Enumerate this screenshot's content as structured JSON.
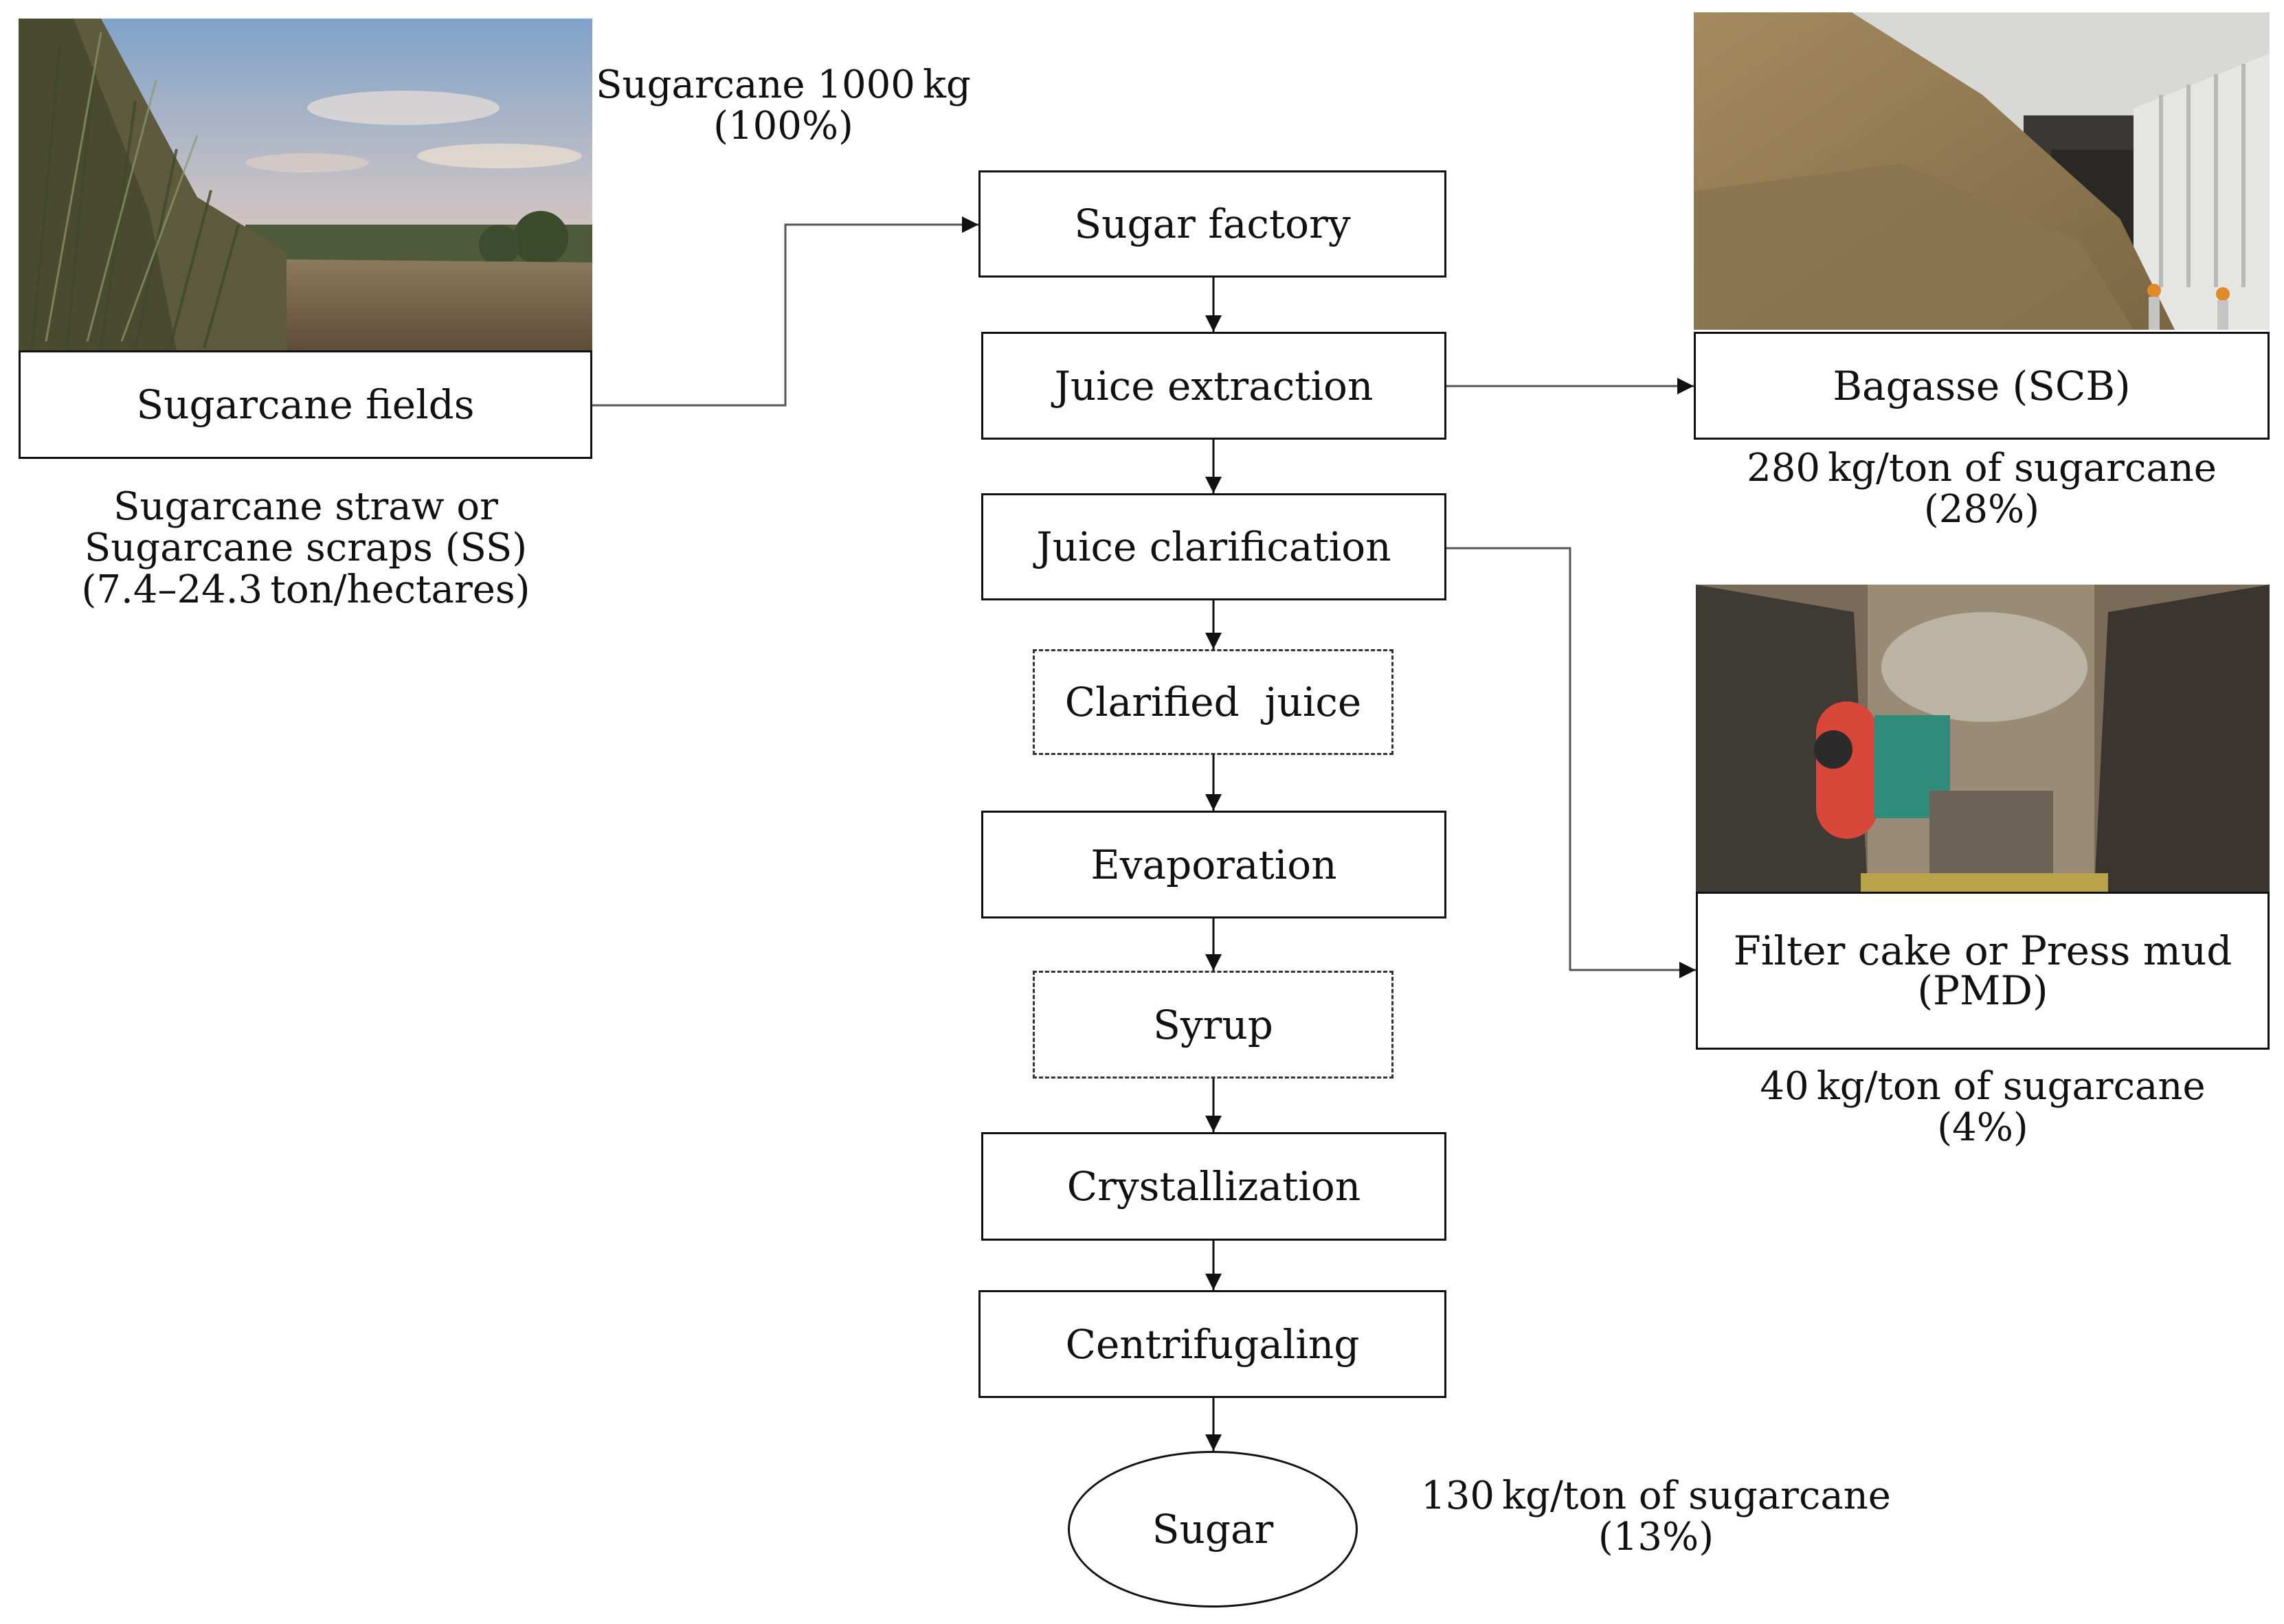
{
  "input": {
    "amount": "Sugarcane 1000 kg",
    "percent": "(100%)"
  },
  "fields": {
    "label": "Sugarcane fields",
    "straw_line1": "Sugarcane straw or",
    "straw_line2": "Sugarcane scraps (SS)",
    "straw_line3": "(7.4–24.3 ton/hectares)"
  },
  "process_steps": {
    "factory": "Sugar factory",
    "extraction": "Juice extraction",
    "clarification": "Juice clarification",
    "clarified_juice": "Clarified  juice",
    "evaporation": "Evaporation",
    "syrup": "Syrup",
    "crystallization": "Crystallization",
    "centrifugaling": "Centrifugaling",
    "sugar": "Sugar"
  },
  "outputs": {
    "bagasse": {
      "label": "Bagasse (SCB)",
      "yield": "280 kg/ton of sugarcane",
      "percent": "(28%)"
    },
    "filter_cake": {
      "label_line1": "Filter cake or Press mud",
      "label_line2": "(PMD)",
      "yield": "40 kg/ton of sugarcane",
      "percent": "(4%)"
    },
    "sugar": {
      "yield": "130 kg/ton of sugarcane",
      "percent": "(13%)"
    }
  }
}
